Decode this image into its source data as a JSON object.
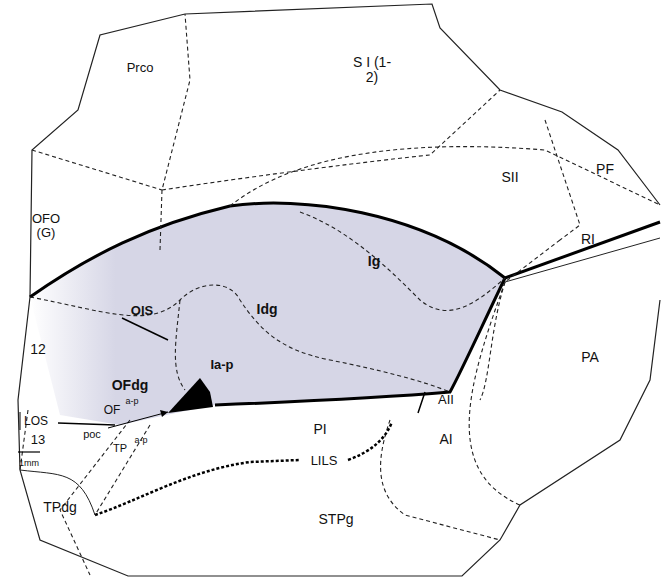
{
  "diagram": {
    "labels": [
      "Prco",
      "S I (1-2)",
      "SII",
      "PF",
      "OFO (G)",
      "RI",
      "Ig",
      "OlS",
      "Idg",
      "12",
      "Ia-p",
      "PA",
      "OFdg",
      "AII",
      "LOS",
      "13",
      "OF",
      "a-p",
      "poc",
      "TP",
      "a-p",
      "PI",
      "AI",
      "LILS",
      "1mm",
      "TPdg",
      "STPg"
    ]
  }
}
